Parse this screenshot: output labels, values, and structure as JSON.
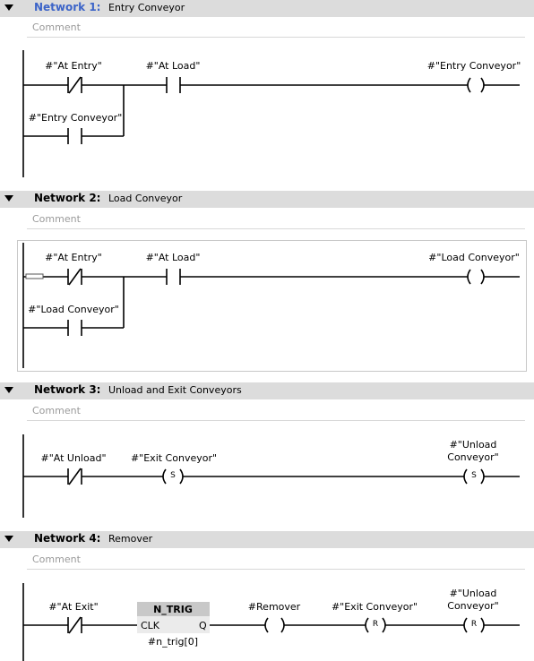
{
  "networks": [
    {
      "label": "Network 1:",
      "title": "Entry Conveyor",
      "comment_placeholder": "Comment",
      "contacts": [
        "#\"At Entry\"",
        "#\"At Load\"",
        "#\"Entry Conveyor\""
      ],
      "coil": "#\"Entry Conveyor\""
    },
    {
      "label": "Network 2:",
      "title": "Load Conveyor",
      "comment_placeholder": "Comment",
      "contacts": [
        "#\"At Entry\"",
        "#\"At Load\"",
        "#\"Load Conveyor\""
      ],
      "coil": "#\"Load Conveyor\""
    },
    {
      "label": "Network 3:",
      "title": "Unload and Exit Conveyors",
      "comment_placeholder": "Comment",
      "contacts": [
        "#\"At Unload\""
      ],
      "coil1": "#\"Exit Conveyor\"",
      "coil2_line1": "#\"Unload",
      "coil2_line2": "Conveyor\"",
      "coil_letter": "S"
    },
    {
      "label": "Network 4:",
      "title": "Remover",
      "comment_placeholder": "Comment",
      "contacts": [
        "#\"At Exit\""
      ],
      "block": {
        "name": "N_TRIG",
        "pin_in": "CLK",
        "pin_out": "Q",
        "instance": "#n_trig[0]"
      },
      "coil1": "#Remover",
      "coil2": "#\"Exit Conveyor\"",
      "coil3_line1": "#\"Unload",
      "coil3_line2": "Conveyor\"",
      "coil_letter": "R"
    }
  ]
}
